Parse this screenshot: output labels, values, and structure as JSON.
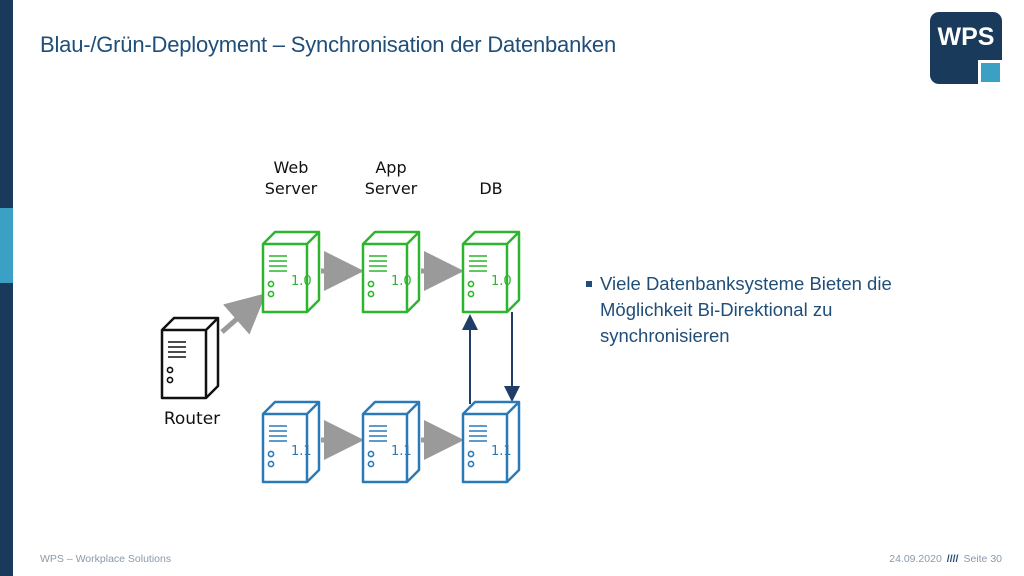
{
  "title": "Blau-/Grün-Deployment – Synchronisation der Datenbanken",
  "logo": {
    "text": "WPS",
    "bg": "#1a3a5c",
    "accent": "#3aa0c4"
  },
  "columns": {
    "web": "Web\nServer",
    "app": "App\nServer",
    "db": "DB"
  },
  "router_label": "Router",
  "green": {
    "color": "#2db52d",
    "version": "1.0"
  },
  "blue": {
    "color": "#2a7ab8",
    "version": "1.1"
  },
  "arrow_color": "#9a9a9a",
  "sync_arrow_color": "#1f3d66",
  "bullet": "Viele Datenbanksysteme Bieten die Möglichkeit Bi-Direktional zu synchronisieren",
  "footer": {
    "left": "WPS – Workplace Solutions",
    "date": "24.09.2020",
    "sep": "////",
    "page": "Seite 30"
  }
}
